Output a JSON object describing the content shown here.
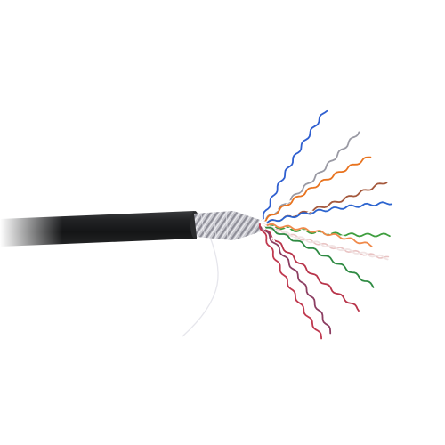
{
  "image": {
    "subject": "multi-pair-twisted-cable",
    "background_color": "#ffffff",
    "jacket_color": "#1b1c1e",
    "shield_color": "#c9c9cf",
    "drain_wire_color": "#e8e8ee",
    "pairs": [
      {
        "name": "blue",
        "color": "#2f5fd0",
        "stripe": "#ffffff"
      },
      {
        "name": "grey",
        "color": "#9a9aa4",
        "stripe": "#ffffff"
      },
      {
        "name": "orange",
        "color": "#e8731f",
        "stripe": "#ffffff"
      },
      {
        "name": "brown",
        "color": "#a4583c",
        "stripe": "#ffffff"
      },
      {
        "name": "blue",
        "color": "#2c64cf",
        "stripe": "#ffffff"
      },
      {
        "name": "green",
        "color": "#3f9e3f",
        "stripe": "#ffffff"
      },
      {
        "name": "orange",
        "color": "#f08a4b",
        "stripe": "#ffffff"
      },
      {
        "name": "white",
        "color": "#f1e4e4",
        "stripe": "#e9c4c4"
      },
      {
        "name": "green",
        "color": "#2e8a42",
        "stripe": "#ffffff"
      },
      {
        "name": "red",
        "color": "#b8344a",
        "stripe": "#ffffff"
      },
      {
        "name": "purple",
        "color": "#8c3e62",
        "stripe": "#ffffff"
      },
      {
        "name": "red",
        "color": "#c0394f",
        "stripe": "#ffffff"
      }
    ]
  }
}
